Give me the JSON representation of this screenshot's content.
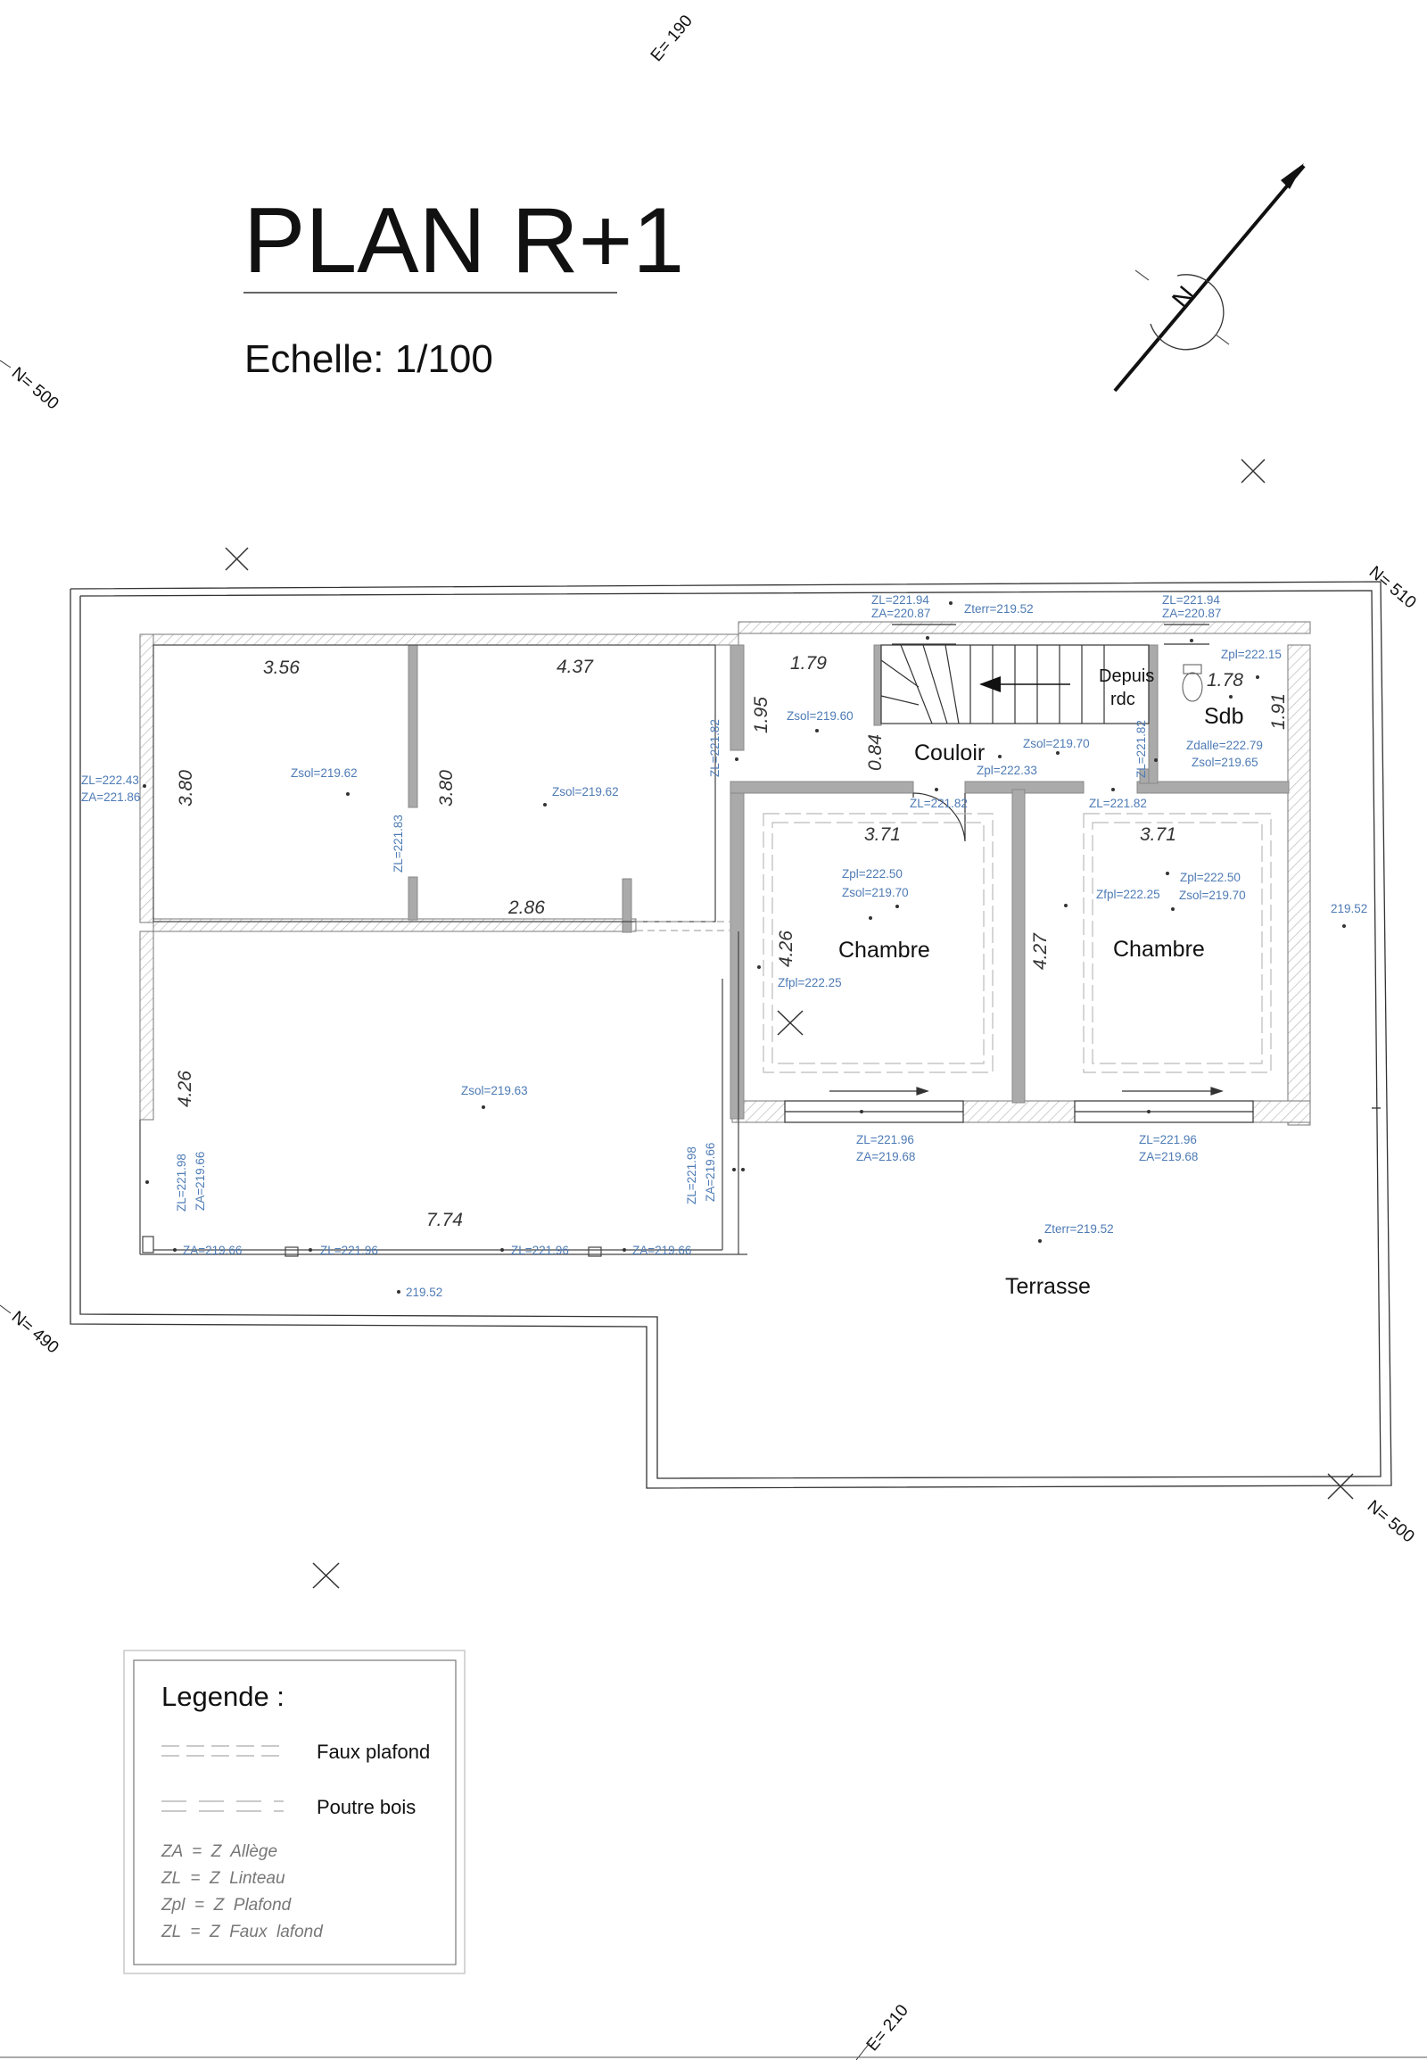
{
  "title": "PLAN R+1",
  "scale": "Echelle: 1/100",
  "north_label": "N",
  "grid_labels": {
    "e190": "E= 190",
    "e210": "E= 210",
    "n500_left": "N= 500",
    "n490": "N= 490",
    "n510": "N= 510",
    "n500_right": "N= 500"
  },
  "rooms": {
    "couloir": "Couloir",
    "sdb": "Sdb",
    "depuis_1": "Depuis",
    "depuis_2": "rdc",
    "chambre_1": "Chambre",
    "chambre_2": "Chambre",
    "terrasse": "Terrasse"
  },
  "dimensions": {
    "d1": "3.56",
    "d2": "4.37",
    "d3": "1.79",
    "d4": "1.78",
    "d5": "1.91",
    "d6": "1.95",
    "d7": "0.84",
    "d8": "3.80",
    "d9": "3.80",
    "d10": "2.86",
    "d11": "3.71",
    "d12": "3.71",
    "d13": "4.26",
    "d14": "4.27",
    "d15": "4.26",
    "d16": "7.74"
  },
  "levels": {
    "l1": "ZL=221.94",
    "l2": "ZA=220.87",
    "l3": "Zterr=219.52",
    "l4": "ZL=221.94",
    "l5": "ZA=220.87",
    "l6": "Zpl=222.15",
    "l7": "ZL=222.43",
    "l8": "ZA=221.86",
    "l9": "Zsol=219.62",
    "l10": "Zsol=219.62",
    "l11": "ZL=221.83",
    "l12": "Zsol=219.60",
    "l13": "ZL=221.82",
    "l14": "Zsol=219.70",
    "l15": "Zpl=222.33",
    "l16": "ZL=221.82",
    "l17": "Zdalle=222.79",
    "l18": "Zsol=219.65",
    "l19": "ZL=221.82",
    "l20": "ZL=221.82",
    "l21": "Zpl=222.50",
    "l22": "Zsol=219.70",
    "l23": "Zfpl=222.25",
    "l24": "Zpl=222.50",
    "l25": "Zsol=219.70",
    "l26": "Zfpl=222.25",
    "l27": "219.52",
    "l28": "Zsol=219.63",
    "l29": "ZL=221.98",
    "l30": "ZA=219.66",
    "l31": "ZL=221.98",
    "l32": "ZA=219.66",
    "l33": "ZA=219.66",
    "l34": "ZL=221.96",
    "l35": "ZL=221.96",
    "l36": "ZA=219.66",
    "l37": "219.52",
    "l38": "ZL=221.96",
    "l39": "ZA=219.68",
    "l40": "ZL=221.96",
    "l41": "ZA=219.68",
    "l42": "Zterr=219.52"
  },
  "legend": {
    "title": "Legende :",
    "items": [
      "Faux plafond",
      "Poutre bois"
    ],
    "abbreviations": [
      "ZA  =  Z  Allège",
      "ZL  =  Z  Linteau",
      "Zpl  =  Z  Plafond",
      "ZL  =  Z  Faux  lafond"
    ]
  }
}
